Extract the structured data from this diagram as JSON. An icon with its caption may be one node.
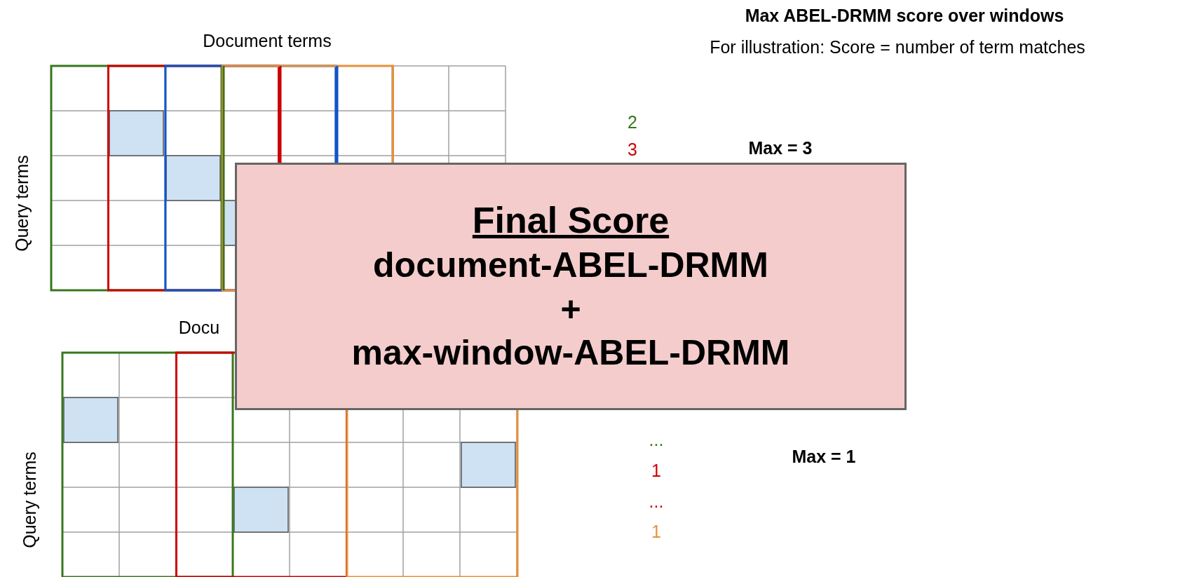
{
  "diagram": {
    "title": "Max ABEL-DRMM score over windows",
    "nodes": [
      {
        "text": [
          "Final Score",
          "document-ABEL-DRMM",
          "+",
          "max-window-ABEL-DRMM"
        ]
      }
    ],
    "labels": [
      "For illustration: Score = number of term matches",
      "Document terms",
      "2",
      "3",
      "Max = 3",
      "Query terms",
      "Docu",
      "...",
      "1",
      "Max = 1",
      "...",
      "1",
      "Query terms"
    ]
  }
}
